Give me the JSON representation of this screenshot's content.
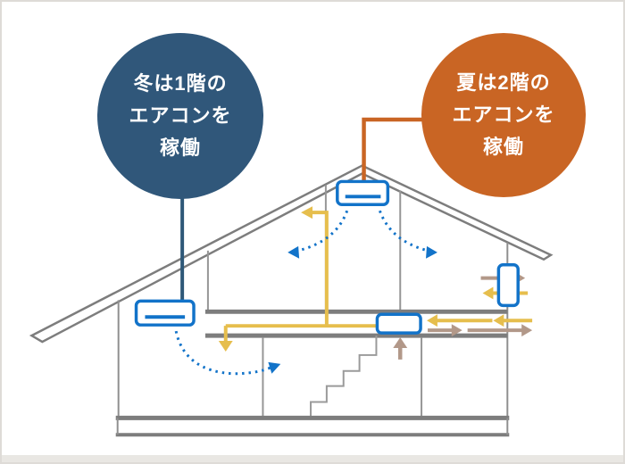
{
  "figure": {
    "description": "house-cross-section-air-conditioning-diagram",
    "floors": [
      "1F",
      "2F"
    ]
  },
  "callouts": {
    "winter": {
      "line1": "冬は1階の",
      "line2": "エアコンを",
      "line3": "稼働",
      "color": "#30577a"
    },
    "summer": {
      "line1": "夏は2階の",
      "line2": "エアコンを",
      "line3": "稼働",
      "color": "#c96524"
    }
  },
  "icons": {
    "ac_unit_attic": "air-conditioner",
    "ac_unit_first_floor": "air-conditioner",
    "floor_duct_unit": "duct-fan-unit",
    "wall_vent_unit": "ventilation-unit"
  },
  "colors": {
    "ac_unit_blue": "#1273c9",
    "cool_airflow_blue": "#1273c9",
    "supply_duct_yellow": "#e6be4d",
    "exhaust_air_tan": "#b29889",
    "structure_gray": "#7d7d7d",
    "winter_connector_blue": "#2e5878",
    "summer_connector_orange": "#c96524"
  }
}
